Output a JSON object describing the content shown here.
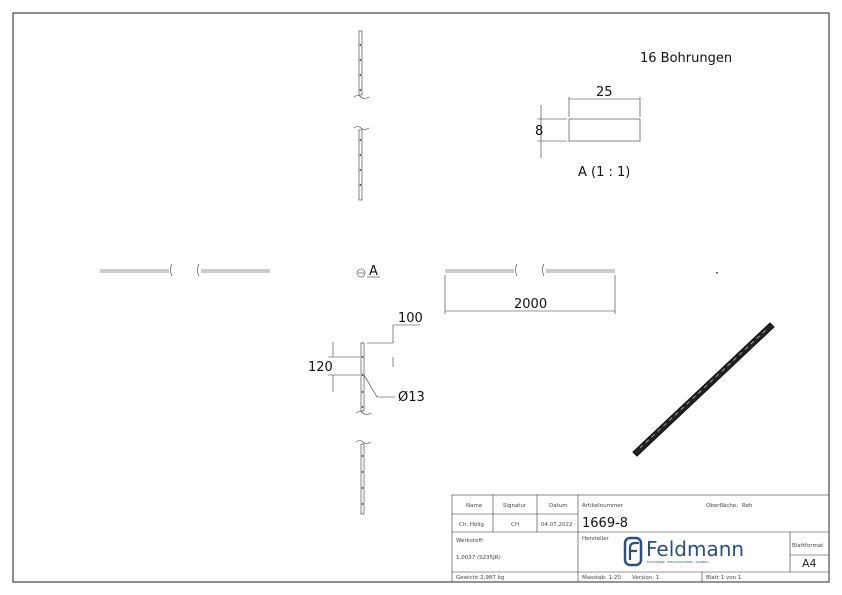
{
  "drawing": {
    "hole_count_note": "16 Bohrungen",
    "detail_width": "25",
    "detail_height": "8",
    "detail_label": "A (1 : 1)",
    "detail_marker": "A",
    "length": "2000",
    "first_hole_offset": "100",
    "hole_spacing": "120",
    "hole_diameter": "Ø13"
  },
  "title_block": {
    "name_label": "Name",
    "signature_label": "Signatur",
    "date_label": "Datum",
    "name_value": "Ch. Hölig",
    "signature_value": "CH",
    "date_value": "04.07.2022",
    "article_label": "Artikelnummer",
    "article_value": "1669-8",
    "surface_label": "Oberfläche:",
    "surface_value": "Roh",
    "material_label": "Werkstoff:",
    "material_value": "1.0037 (S235JR)",
    "manufacturer_label": "Hersteller",
    "logo_text": "Feldmann",
    "logo_tagline": "SCHLOSSEREI · EDELSTAHLHANDEL · ZAUNBAU",
    "sheet_format_label": "Blattformat",
    "sheet_format_value": "A4",
    "weight": "Gewicht 2,987 kg",
    "scale": "Masstab: 1:20",
    "version": "Version: 1",
    "sheet": "Blatt 1 von 1"
  },
  "colors": {
    "logo": "#2c4e86",
    "line": "#222222"
  }
}
